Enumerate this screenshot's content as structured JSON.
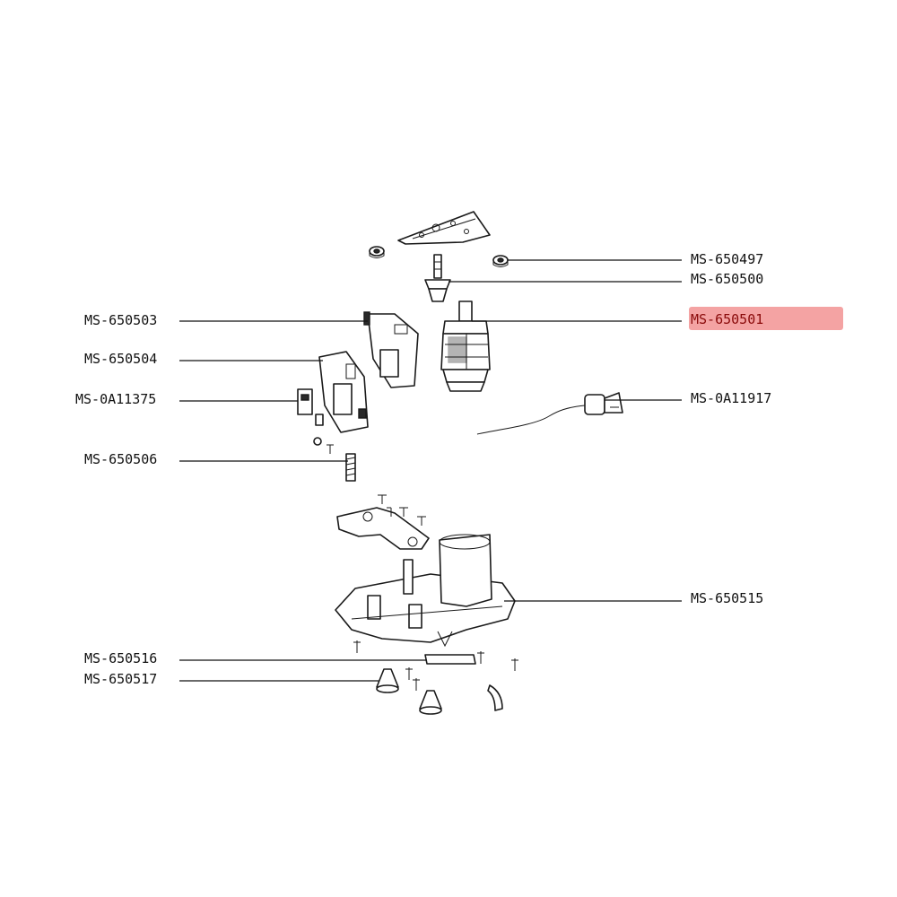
{
  "diagram": {
    "highlight_color": "#f4a3a3",
    "highlighted_part": "MS-650501",
    "callouts": [
      {
        "id": "MS-650497",
        "side": "right"
      },
      {
        "id": "MS-650500",
        "side": "right"
      },
      {
        "id": "MS-650501",
        "side": "right",
        "highlighted": true
      },
      {
        "id": "MS-0A11917",
        "side": "right"
      },
      {
        "id": "MS-650515",
        "side": "right"
      },
      {
        "id": "MS-650503",
        "side": "left"
      },
      {
        "id": "MS-650504",
        "side": "left"
      },
      {
        "id": "MS-0A11375",
        "side": "left"
      },
      {
        "id": "MS-650506",
        "side": "left"
      },
      {
        "id": "MS-650516",
        "side": "left"
      },
      {
        "id": "MS-650517",
        "side": "left"
      }
    ]
  }
}
